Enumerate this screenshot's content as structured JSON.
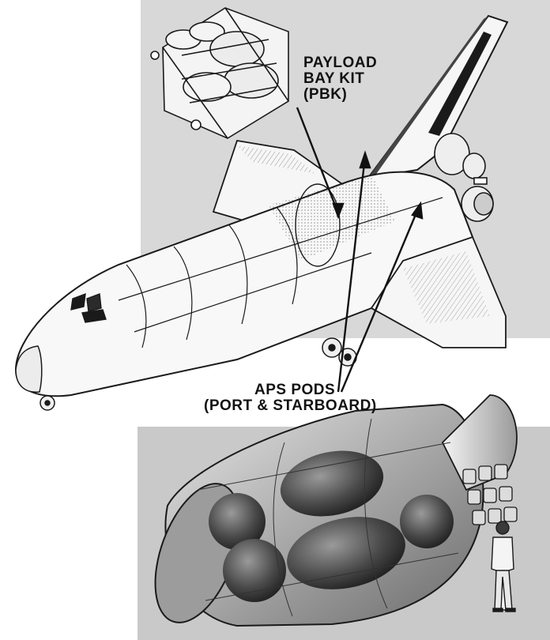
{
  "labels": {
    "payload_bay_kit": [
      "PAYLOAD",
      "BAY KIT",
      "(PBK)"
    ],
    "aps_pods": [
      "APS PODS",
      "(PORT & STARBOARD)"
    ]
  },
  "colors": {
    "top_panel": "#d8d8d8",
    "bottom_panel": "#c9c9c9",
    "line": "#1a1a1a"
  }
}
